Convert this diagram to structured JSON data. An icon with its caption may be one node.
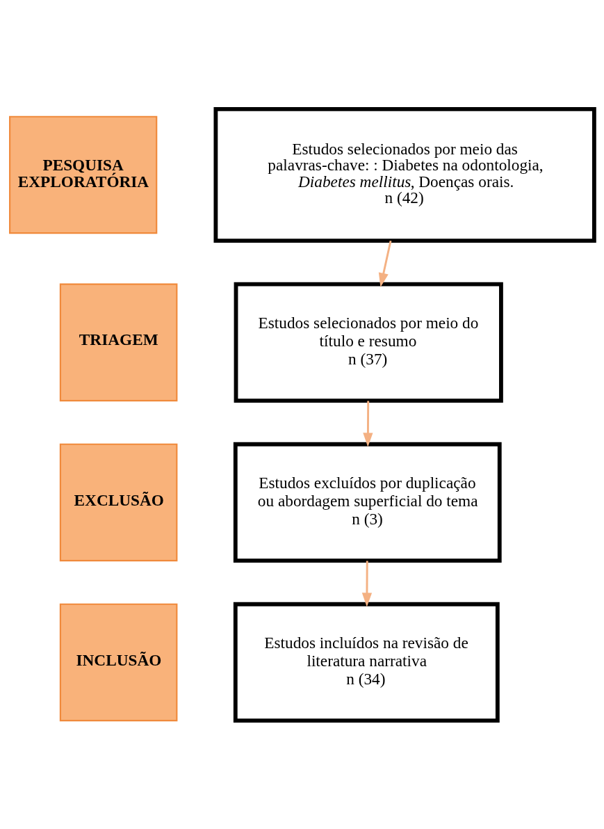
{
  "diagram": {
    "nodes": [
      {
        "text": [
          "PESQUISA EXPLORATÓRIA"
        ]
      },
      {
        "text": [
          "Estudos selecionados por meio das palavras-chave: : Diabetes na odontologia, *Diabetes mellitus*, Doenças orais.",
          "n (42)"
        ]
      },
      {
        "text": [
          "TRIAGEM"
        ]
      },
      {
        "text": [
          "Estudos selecionados por meio do título e resumo",
          "n (37)"
        ]
      },
      {
        "text": [
          "EXCLUSÃO"
        ]
      },
      {
        "text": [
          "Estudos excluídos por duplicação ou abordagem superficial do tema",
          "n (3)"
        ]
      },
      {
        "text": [
          "INCLUSÃO"
        ]
      },
      {
        "text": [
          "Estudos incluídos na revisão de literatura narrativa",
          "n (34)"
        ]
      }
    ],
    "edges": [
      {
        "from": 1,
        "to": 3,
        "arrow": "to"
      },
      {
        "from": 3,
        "to": 5,
        "arrow": "to"
      },
      {
        "from": 5,
        "to": 7,
        "arrow": "to"
      }
    ]
  }
}
